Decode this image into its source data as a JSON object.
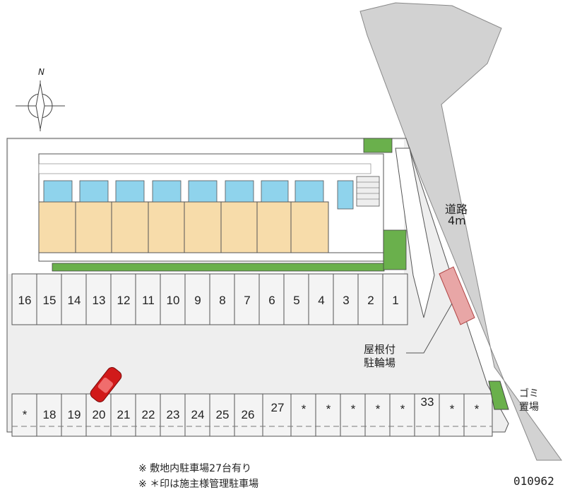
{
  "compass": {
    "north_label": "N"
  },
  "road": {
    "name": "道路",
    "width": "4m"
  },
  "bicycle_parking": {
    "line1": "屋根付",
    "line2": "駐輪場"
  },
  "garbage": {
    "line1": "ゴミ",
    "line2": "置場"
  },
  "top_row_slots": [
    "16",
    "15",
    "14",
    "13",
    "12",
    "11",
    "10",
    "9",
    "8",
    "7",
    "6",
    "5",
    "4",
    "3",
    "2",
    "1"
  ],
  "bottom_row_slots": [
    "*",
    "18",
    "19",
    "20",
    "21",
    "22",
    "23",
    "24",
    "25",
    "26",
    "27",
    "*",
    "*",
    "*",
    "*",
    "*",
    "33",
    "*",
    "*"
  ],
  "notes": {
    "line1": "※ 敷地内駐車場27台有り",
    "line2": "※ ＊印は施主様管理駐車場"
  },
  "code": "010962",
  "colors": {
    "road": "#d2d2d2",
    "lot": "#eeeeee",
    "unit": "#f7dcaa",
    "water": "#8fd3ec",
    "green": "#6ab04c",
    "car": "#d11a1a"
  }
}
